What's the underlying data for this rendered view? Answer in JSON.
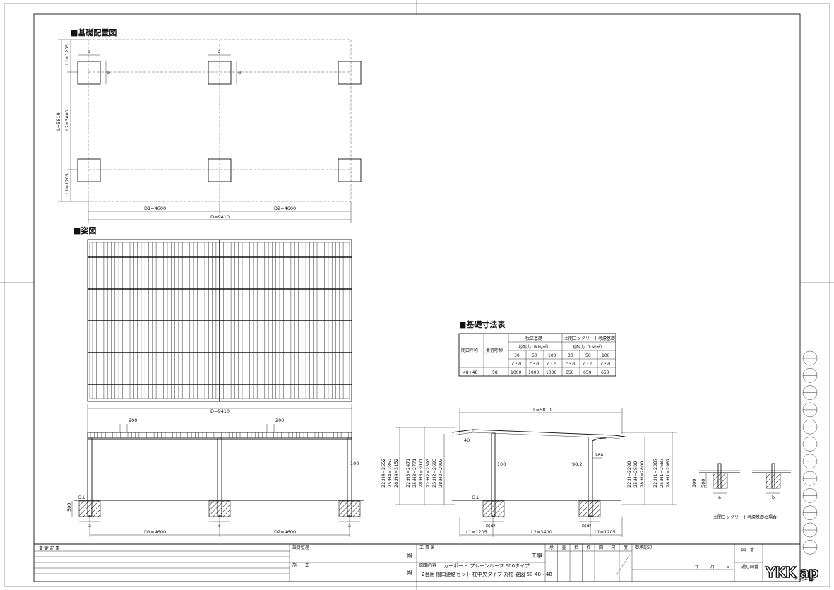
{
  "sections": {
    "plan_title": "■基礎配置図",
    "view_title": "■姿図",
    "table_title": "■基礎寸法表"
  },
  "plan": {
    "labels": {
      "a": "a",
      "b": "b",
      "c": "c",
      "d": "d"
    },
    "dims": {
      "L1_top": "L1=1205",
      "L": "L=5810",
      "L2": "L2=3400",
      "L1_bottom": "L1=1205",
      "D1": "D1=4600",
      "D2": "D2=4600",
      "D": "D=9410"
    }
  },
  "front": {
    "dims": {
      "D": "D=9410",
      "w200a": "200",
      "w200b": "200",
      "p100": "100",
      "depth500": "500",
      "GL": "G.L",
      "a1": "a",
      "c": "c",
      "a2": "a",
      "D1": "D1=4600",
      "D2": "D2=4600"
    }
  },
  "side": {
    "dims": {
      "L": "L=5810",
      "h40": "40",
      "p100": "100",
      "p98": "98.2",
      "h188": "188",
      "GL": "G.L",
      "bd1": "b(d)",
      "bd2": "b(d)",
      "L1a": "L1=1205",
      "L2": "L2=3400",
      "L1b": "L1=1205",
      "left_group": [
        "22:H4=2552",
        "25:H4=2852",
        "28:H4=3152"
      ],
      "mid_group": [
        "22:H3=2471",
        "25:H3=2771",
        "28:H3=3071"
      ],
      "mid_group2": [
        "22:H2=2393",
        "25:H2=2693",
        "28:H2=2993"
      ],
      "right_group": [
        "22:H=2200",
        "25:H=2500",
        "28:H=2800"
      ],
      "right_group2": [
        "22:H1=2387",
        "25:H1=2687",
        "28:H1=2987"
      ]
    }
  },
  "table": {
    "h_opening": "間口呼称",
    "h_depth": "奥行呼称",
    "h_independent": "独立基礎",
    "h_soil": "土間コンクリート考慮基礎",
    "h_bearing1": "地耐力（kN/㎡）",
    "h_bearing2": "地耐力（kN/㎡）",
    "bearing_values": [
      "30",
      "50",
      "100",
      "30",
      "50",
      "100"
    ],
    "cd_labels": [
      "c・d",
      "c・d",
      "c・d",
      "c・d",
      "c・d",
      "c・d"
    ],
    "row": {
      "opening": "48+48",
      "depth": "58",
      "values": [
        "1000",
        "1000",
        "1000",
        "650",
        "650",
        "650"
      ]
    }
  },
  "detail": {
    "h100": "100",
    "h500": "500",
    "a": "a",
    "b": "b",
    "caption": "土間コンクリート考慮基礎の場合"
  },
  "title_block": {
    "change_log": "変 更 記 事",
    "design_mgmt": "設計監理",
    "dono1": "殿",
    "construction": "施　　工",
    "dono2": "殿",
    "work_name_label": "工 事 名",
    "work_suffix": "工事",
    "drawing_content_label": "図面内容",
    "drawing_line1": "カーポート プレーンルーフ 600タイプ",
    "drawing_line2": "2台用 間口連結セット 柱中央タイプ 丸柱 姿図 58-48・48",
    "approval_cols": [
      "承",
      "査",
      "担",
      "作",
      "図",
      "尺",
      "度"
    ],
    "date_label": "御承認印",
    "year": "年",
    "month": "月",
    "day": "日",
    "drawing_no": "図　番",
    "serial_no": "通し図番",
    "logo": "YKK ap",
    "code": "® 施工-A1"
  }
}
